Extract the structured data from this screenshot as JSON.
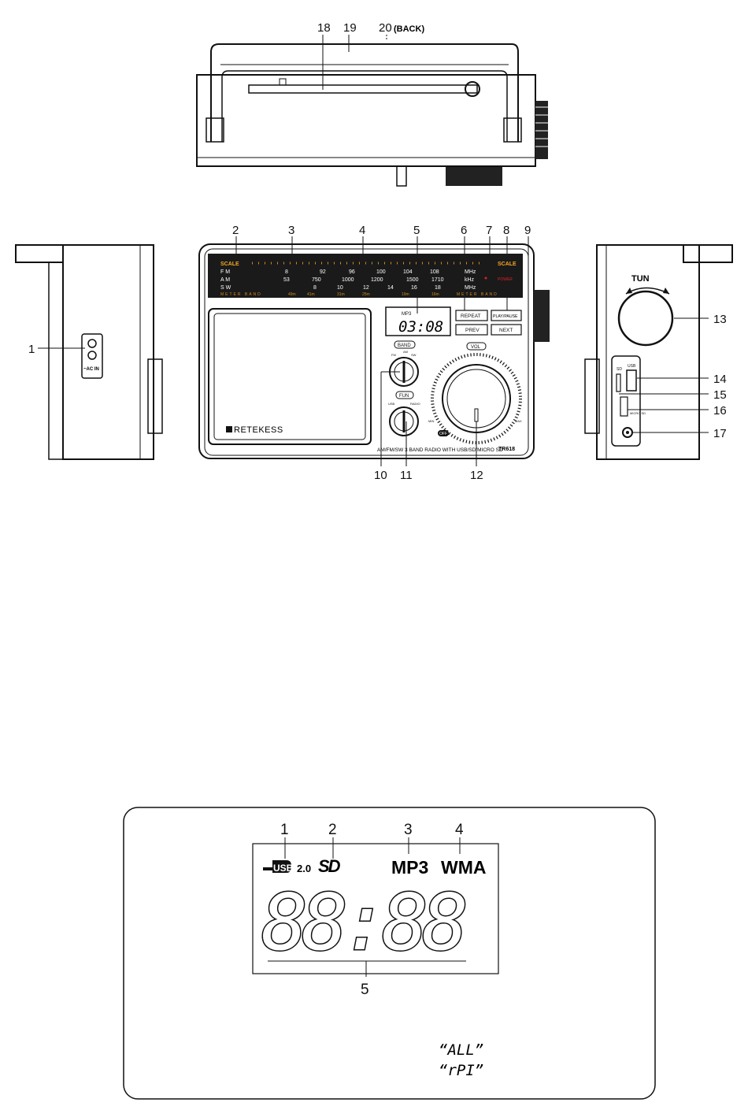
{
  "top_view": {
    "labels": {
      "n18": "18",
      "n19": "19",
      "n20": "20",
      "back": "(BACK)"
    }
  },
  "front_view": {
    "labels": {
      "n2": "2",
      "n3": "3",
      "n4": "4",
      "n5": "5",
      "n6": "6",
      "n7": "7",
      "n8": "8",
      "n9": "9",
      "n10": "10",
      "n11": "11",
      "n12": "12"
    },
    "scale_left": "SCALE",
    "scale_right": "SCALE",
    "rows": [
      {
        "band": "F  M",
        "values": [
          "8",
          "92",
          "96",
          "100",
          "104",
          "108"
        ],
        "unit": "MHz"
      },
      {
        "band": "A  M",
        "values": [
          "53",
          "750",
          "1000",
          "1200",
          "1500",
          "1710"
        ],
        "unit": "kHz"
      },
      {
        "band": "S  W",
        "values": [
          "8",
          "10",
          "12",
          "14",
          "16",
          "18"
        ],
        "unit": "MHz"
      }
    ],
    "meter_band_left": "METER BAND",
    "meter_band_right": "METER BAND",
    "meter_marks": [
      "49m",
      "41m",
      "31m",
      "25m",
      "19m",
      "16m"
    ],
    "power": "POWER",
    "lcd_time": "03:08",
    "lcd_mp3": "MP3",
    "buttons": {
      "repeat": "REPEAT",
      "play_pause": "PLAY/PAUSE",
      "prev": "PREV",
      "next": "NEXT"
    },
    "band_label": "BAND",
    "band_options": {
      "am": "AM",
      "fm": "FM",
      "sw": "SW"
    },
    "fun_label": "FUN",
    "fun_options": {
      "usb": "USB",
      "radio": "RADIO"
    },
    "vol_label": "VOL",
    "min_label": "MIN",
    "max_label": "MAX",
    "off_label": "OFF",
    "brand": "RETEKESS",
    "tagline": "AM/FM/SW 3 BAND RADIO WITH USB/SD/MICRO SD",
    "model": "TR618"
  },
  "left_view": {
    "labels": {
      "n1": "1"
    },
    "ac_label": "~AC IN"
  },
  "right_view": {
    "labels": {
      "n13": "13",
      "n14": "14",
      "n15": "15",
      "n16": "16",
      "n17": "17"
    },
    "tun": "TUN",
    "usb": "USB",
    "sd": "SD",
    "micro_sd": "MICRO SD"
  },
  "lcd_detail": {
    "labels": {
      "n1": "1",
      "n2": "2",
      "n3": "3",
      "n4": "4",
      "n5": "5"
    },
    "usb_text": "USB",
    "usb_ver": "2.0",
    "sd_text": "SD",
    "mp3": "MP3",
    "wma": "WMA",
    "digits": "88:88",
    "all_text": "“ALL”",
    "rpt_text": "“rPI”"
  }
}
